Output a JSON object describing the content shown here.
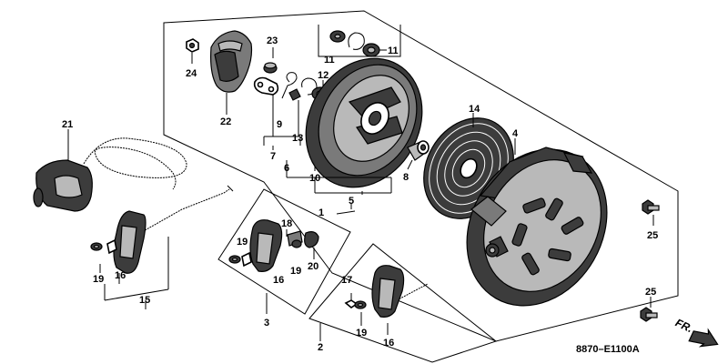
{
  "diagram_code": "8870–E1100A",
  "direction_label": "FR.",
  "callouts": {
    "c1": "1",
    "c2": "2",
    "c3": "3",
    "c4": "4",
    "c5": "5",
    "c6": "6",
    "c7": "7",
    "c8": "8",
    "c9": "9",
    "c10": "10",
    "c11a": "11",
    "c11b": "11",
    "c12": "12",
    "c13": "13",
    "c14": "14",
    "c15": "15",
    "c16a": "16",
    "c16b": "16",
    "c16c": "16",
    "c17": "17",
    "c18": "18",
    "c19a": "19",
    "c19b": "19",
    "c19c": "19",
    "c19d": "19",
    "c20": "20",
    "c21": "21",
    "c22": "22",
    "c23": "23",
    "c24": "24",
    "c25a": "25",
    "c25b": "25"
  }
}
